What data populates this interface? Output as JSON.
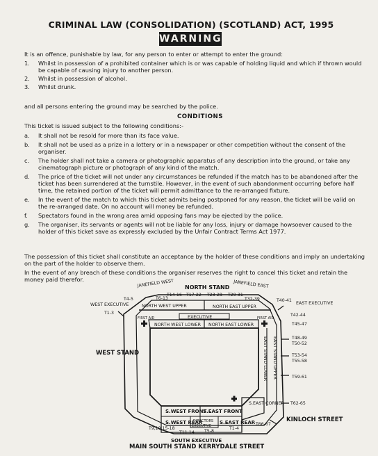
{
  "header": {
    "title": "CRIMINAL LAW (CONSOLIDATION) (SCOTLAND) ACT, 1995",
    "warning": "WARNING"
  },
  "offence": {
    "intro": "It is an offence, punishable by law, for any person to enter or attempt to enter the ground:",
    "items": [
      {
        "num": "1.",
        "text": "Whilst in possession of a prohibited container which is or was capable of holding liquid and which if thrown would be capable of causing injury to another person."
      },
      {
        "num": "2.",
        "text": "Whilst in possession of alcohol."
      },
      {
        "num": "3.",
        "text": "Whilst drunk."
      }
    ],
    "search": "and all persons entering the ground may be searched by the police."
  },
  "conditions": {
    "heading": "CONDITIONS",
    "intro": "This ticket is issued subject to the following conditions:-",
    "items": [
      {
        "num": "a.",
        "text": "It shall not be resold for more than its face value."
      },
      {
        "num": "b.",
        "text": "It shall not be used as a prize in a lottery or in a newspaper or other competition without the consent of the organiser."
      },
      {
        "num": "c.",
        "text": "The holder shall not take a camera or photographic apparatus of any description into the ground, or take any cinematograph picture or photograph of any kind of the match."
      },
      {
        "num": "d.",
        "text": "The price of the ticket will not under any circumstances be refunded if the match has to be abandoned after the ticket has been surrendered at the turnstile. However, in the event of such abandonment occurring before half time, the retained portion of the ticket will permit admittance to the re-arranged fixture."
      },
      {
        "num": "e.",
        "text": "In the event of the match to which this ticket admits being postponed for any reason, the ticket will be valid on the re-arranged date. On no account will money be refunded."
      },
      {
        "num": "f.",
        "text": "Spectators found in the wrong area amid opposing fans may be ejected by the police."
      },
      {
        "num": "g.",
        "text": "The organiser, its servants or agents will not be liable for any loss, injury or damage howsoever caused to the holder of this ticket save as expressly excluded by the Unfair Contract Terms Act 1977."
      }
    ],
    "possession": "The possession of this ticket shall constitute an acceptance by the holder of these conditions and imply an undertaking on the part of the holder to observe them.",
    "breach": "In the event of any breach of these conditions the organiser reserves the right to cancel this ticket and retain the money paid therefor."
  },
  "map": {
    "north_stand": "NORTH STAND",
    "janefield_west": "JANEFIELD WEST",
    "janefield_east": "JANEFIELD EAST",
    "west_executive": "WEST EXECUTIVE",
    "east_executive": "EAST EXECUTIVE",
    "north_west_upper": "NORTH WEST UPPER",
    "north_east_upper": "NORTH EAST UPPER",
    "executive": "EXECUTIVE",
    "north_west_lower": "NORTH WEST LOWER",
    "north_east_lower": "NORTH EAST LOWER",
    "first_aid": "FIRST AID",
    "west_stand": "WEST STAND",
    "east_stand_lower": "EAST STAND LOWER",
    "east_stand_upper": "EAST STAND UPPER",
    "s_west_front": "S.WEST FRONT",
    "s_east_front": "S.EAST FRONT",
    "s_west_rear": "S.WEST REAR",
    "s_east_rear": "S.EAST REAR",
    "directors": "DIRECTORS",
    "executive_small": "EXECUTIVE",
    "s_east_corner": "S.EAST CORNER",
    "south_executive": "SOUTH EXECUTIVE",
    "main_south_stand": "MAIN SOUTH STAND KERRYDALE STREET",
    "kinloch_street": "KINLOCH STREET",
    "turnstiles": {
      "t4_5": "T4-5",
      "t1_3": "T1-3",
      "t6_13": "T6-13",
      "t14_16": "T14-16",
      "t17_22": "T17-22",
      "t23_28": "T23-28",
      "t29_31": "T29-31",
      "t32_39": "T32-39",
      "t40_41": "T40-41",
      "t42_44": "T42-44",
      "t45_47": "T45-47",
      "t48_49": "T48-49",
      "t50_52": "T50-52",
      "t53_54": "T53-54",
      "t55_58": "T55-58",
      "t59_61": "T59-61",
      "t62_65": "T62-65",
      "t66_67": "T66-67",
      "t1_4": "T1-4",
      "t5_8": "T5-8",
      "t11_14": "T11-14",
      "t9_10": "T9,10,15-18"
    }
  }
}
